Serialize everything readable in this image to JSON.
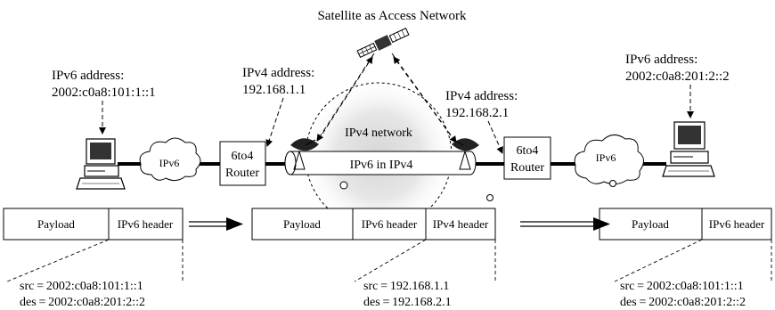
{
  "title": "Satellite as Access Network",
  "left_host": {
    "address_label": "IPv6 address:",
    "address_value": "2002:c0a8:101:1::1",
    "cloud_label": "IPv6"
  },
  "left_router": {
    "line1": "6to4",
    "line2": "Router",
    "ipv4_label": "IPv4 address:",
    "ipv4_value": "192.168.1.1"
  },
  "right_router": {
    "line1": "6to4",
    "line2": "Router",
    "ipv4_label": "IPv4 address:",
    "ipv4_value": "192.168.2.1"
  },
  "right_host": {
    "address_label": "IPv6 address:",
    "address_value": "2002:c0a8:201:2::2",
    "cloud_label": "IPv6"
  },
  "tunnel": {
    "network_label": "IPv4 network",
    "tunnel_label": "IPv6 in IPv4"
  },
  "packets": {
    "left": {
      "payload": "Payload",
      "ipv6_header": "IPv6 header",
      "src": "src = 2002:c0a8:101:1::1",
      "des": "des = 2002:c0a8:201:2::2"
    },
    "middle": {
      "payload": "Payload",
      "ipv6_header": "IPv6 header",
      "ipv4_header": "IPv4 header",
      "src": "src = 192.168.1.1",
      "des": "des = 192.168.2.1"
    },
    "right": {
      "payload": "Payload",
      "ipv6_header": "IPv6 header",
      "src": "src = 2002:c0a8:101:1::1",
      "des": "des = 2002:c0a8:201:2::2"
    }
  },
  "colors": {
    "stroke": "#000000",
    "fill_light": "#ffffff",
    "glow": "#bdbdbd",
    "dish": "#222222"
  }
}
